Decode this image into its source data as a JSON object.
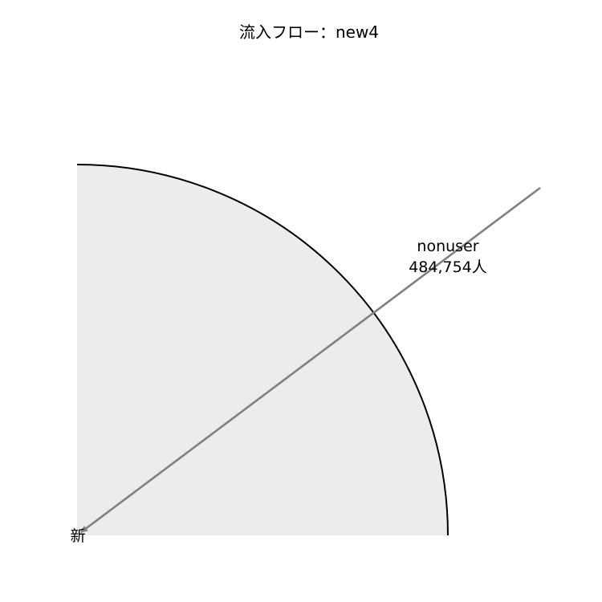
{
  "chart_data": {
    "type": "flow",
    "title": "流入フロー：new4",
    "target": {
      "label": "新"
    },
    "flows": [
      {
        "source": "nonuser",
        "value": 484754,
        "value_label": "484,754人"
      }
    ],
    "colors": {
      "region_fill": "#ececec",
      "region_stroke": "#000000",
      "arrow": "#808080",
      "text": "#000000"
    }
  }
}
